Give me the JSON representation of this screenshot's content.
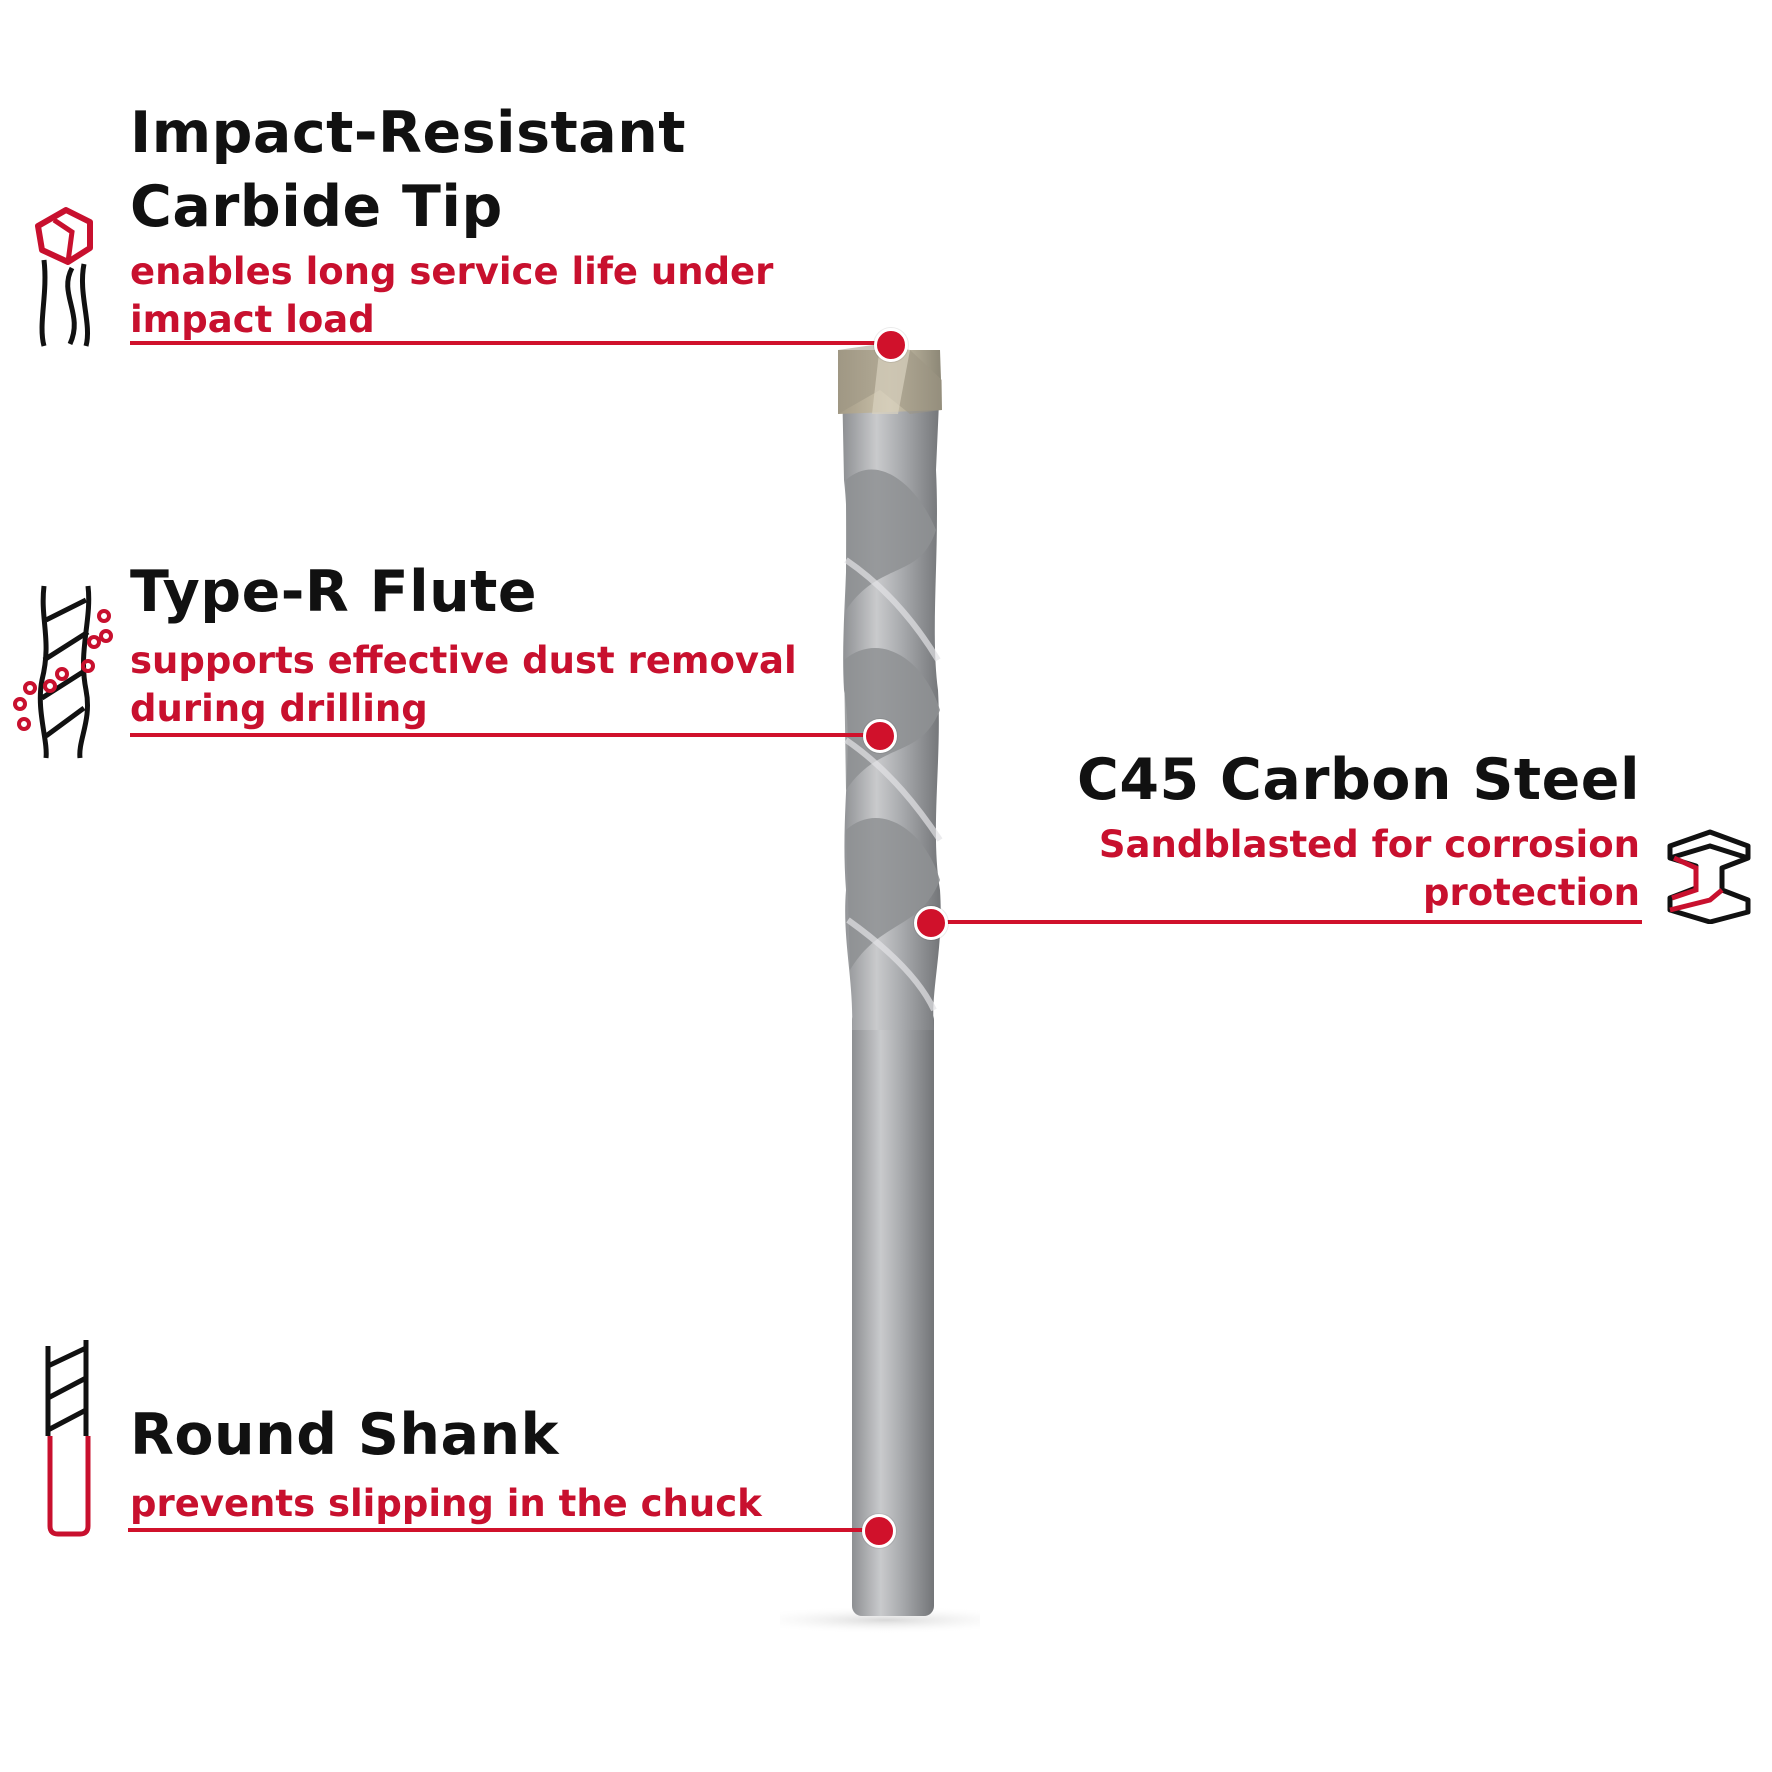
{
  "colors": {
    "accent": "#c8102e",
    "title": "#111111",
    "background": "#ffffff"
  },
  "features": [
    {
      "icon": "carbide-tip-icon",
      "title": "Impact-Resistant\nCarbide Tip",
      "description": "enables long service life under\nimpact load"
    },
    {
      "icon": "flute-dust-icon",
      "title": "Type-R Flute",
      "description": "supports effective dust removal\nduring drilling"
    },
    {
      "icon": "steel-beam-icon",
      "title": "C45 Carbon Steel",
      "description": "Sandblasted for corrosion\nprotection"
    },
    {
      "icon": "round-shank-icon",
      "title": "Round Shank",
      "description": "prevents slipping in the chuck"
    }
  ]
}
